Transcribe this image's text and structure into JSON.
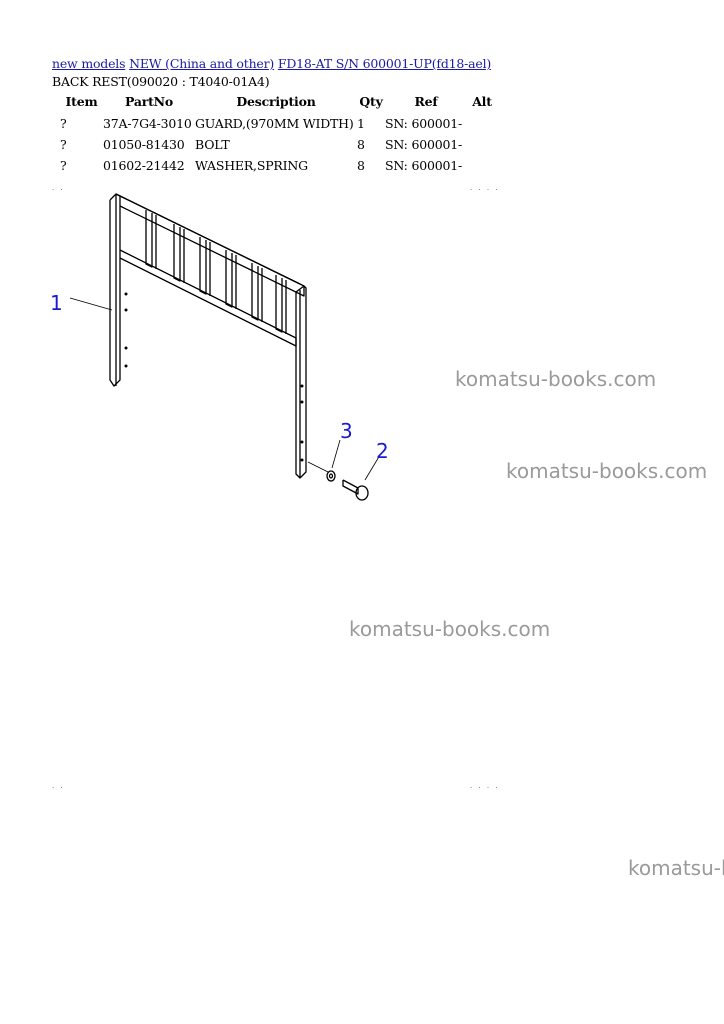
{
  "breadcrumb": {
    "link1": "new models",
    "link2": "NEW (China and other)",
    "link3": "FD18-AT S/N 600001-UP(fd18-ael)"
  },
  "subtitle": "BACK REST(090020 : T4040-01A4)",
  "table": {
    "headers": [
      "Item",
      "PartNo",
      "Description",
      "Qty",
      "Ref",
      "Alt"
    ],
    "rows": [
      {
        "item": "?",
        "part": "37A-7G4-3010",
        "desc": "GUARD,(970MM WIDTH)",
        "qty": "1",
        "ref": "SN: 600001-",
        "alt": ""
      },
      {
        "item": "?",
        "part": "01050-81430",
        "desc": "BOLT",
        "qty": "8",
        "ref": "SN: 600001-",
        "alt": ""
      },
      {
        "item": "?",
        "part": "01602-21442",
        "desc": "WASHER,SPRING",
        "qty": "8",
        "ref": "SN: 600001-",
        "alt": ""
      }
    ]
  },
  "diagram": {
    "callouts": [
      "1",
      "2",
      "3"
    ],
    "callout_color": "#1a1ad0"
  },
  "watermarks": [
    "komatsu-books.com",
    "komatsu-books.com",
    "komatsu-books.com",
    "komatsu-books.com"
  ]
}
